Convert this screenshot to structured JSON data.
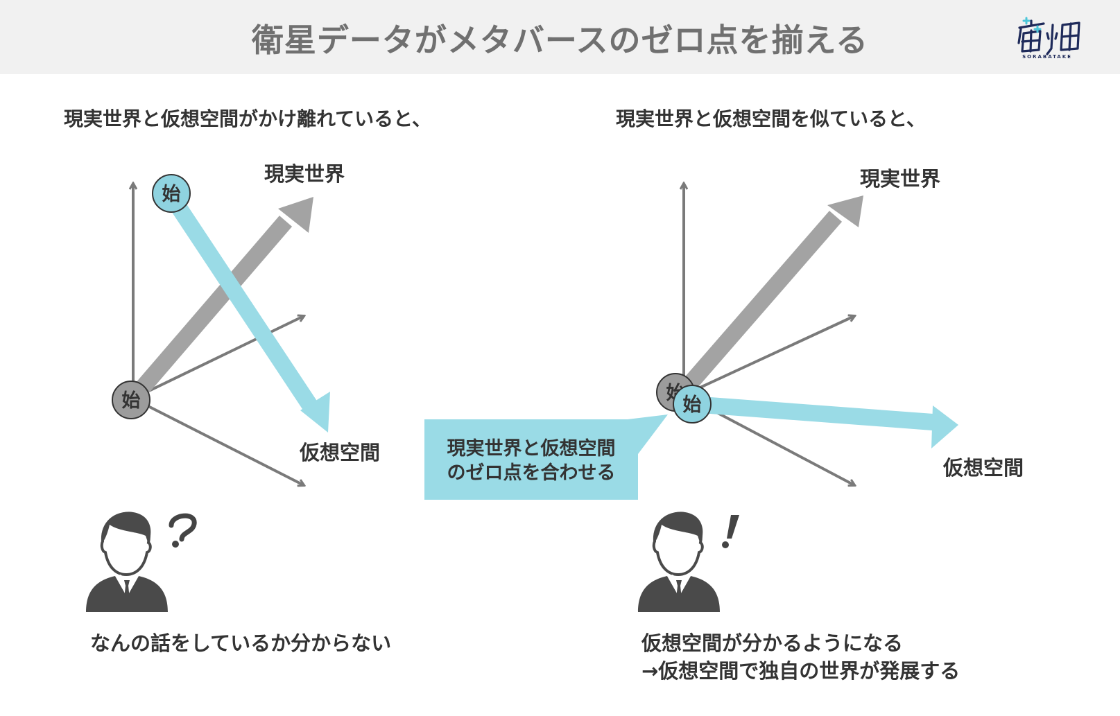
{
  "header": {
    "title": "衛星データがメタバースのゼロ点を揃える",
    "logo_caption": "SORABATAKE"
  },
  "colors": {
    "header_bg": "#f1f1f1",
    "title_text": "#707070",
    "real_arrow": "#a3a3a3",
    "virtual_arrow": "#9adbe6",
    "axis": "#7a7a7a",
    "node_gray": "#9c9c9c",
    "node_blue": "#8fd3e0",
    "person": "#4a4a4a"
  },
  "left_panel": {
    "heading": "現実世界と仮想空間がかけ離れていると、",
    "real_label": "現実世界",
    "virtual_label": "仮想空間",
    "start_top": "始",
    "start_bottom": "始",
    "reaction": "?",
    "caption": "なんの話をしているか分からない"
  },
  "right_panel": {
    "heading": "現実世界と仮想空間を似ていると、",
    "real_label": "現実世界",
    "virtual_label": "仮想空間",
    "start_gray": "始",
    "start_blue": "始",
    "reaction": "!",
    "caption_line1": "仮想空間が分かるようになる",
    "caption_line2": "→仮想空間で独自の世界が発展する"
  },
  "callout": {
    "line1": "現実世界と仮想空間",
    "line2": "のゼロ点を合わせる"
  }
}
